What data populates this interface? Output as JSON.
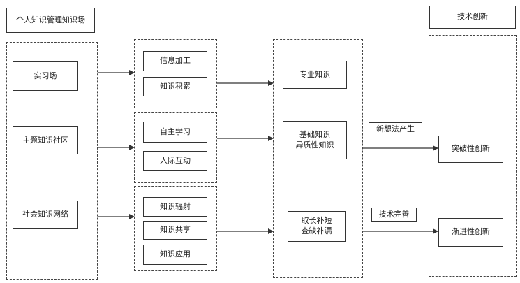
{
  "title_box": "个人知识管理知识场",
  "innovation_title": "技术创新",
  "left_column": {
    "practice": "实习场",
    "topic_community": "主题知识社区",
    "social_network": "社会知识网络"
  },
  "group1": {
    "item1": "信息加工",
    "item2": "知识积累"
  },
  "group2": {
    "item1": "自主学习",
    "item2": "人际互动"
  },
  "group3": {
    "item1": "知识辐射",
    "item2": "知识共享",
    "item3": "知识应用"
  },
  "knowledge_column": {
    "professional": "专业知识",
    "basic_line1": "基础知识",
    "basic_line2": "异质性知识",
    "complement_line1": "取长补短",
    "complement_line2": "查缺补漏"
  },
  "edge_labels": {
    "new_ideas": "新想法产生",
    "tech_perfect": "技术完善"
  },
  "innovation_column": {
    "breakthrough": "突破性创新",
    "incremental": "渐进性创新"
  },
  "colors": {
    "line": "#333333",
    "dashed_border": "#444444"
  }
}
